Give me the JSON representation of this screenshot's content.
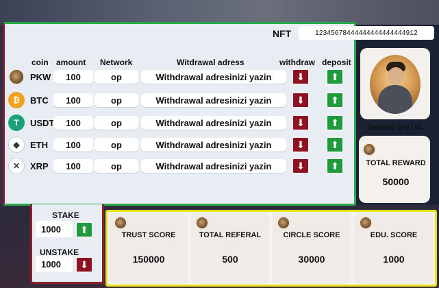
{
  "header": {
    "nft_label": "NFT",
    "nft_id": "12345678444444444444444912"
  },
  "columns": {
    "coin": "coin",
    "amount": "amount",
    "network": "Network",
    "address": "Witdrawal adress",
    "withdraw": "withdraw",
    "deposit": "deposit"
  },
  "coins": [
    {
      "label": "PKW",
      "amount": "100",
      "network": "op",
      "address": "Withdrawal adresinizi yazin",
      "icon": "pkw-coin-icon",
      "color": "#6b4a2a"
    },
    {
      "label": "BTC",
      "amount": "100",
      "network": "op",
      "address": "Withdrawal adresinizi yazin",
      "icon": "bitcoin-icon",
      "color": "#f2a11a"
    },
    {
      "label": "USDT",
      "amount": "100",
      "network": "op",
      "address": "Withdrawal adresinizi yazin",
      "icon": "tether-icon",
      "color": "#1aa37a"
    },
    {
      "label": "ETH",
      "amount": "100",
      "network": "op",
      "address": "Withdrawal adresinizi yazin",
      "icon": "ethereum-icon",
      "color": "#ffffff"
    },
    {
      "label": "XRP",
      "amount": "100",
      "network": "op",
      "address": "Withdrawal adresinizi yazin",
      "icon": "xrp-icon",
      "color": "#ffffff"
    }
  ],
  "profile": {
    "name": "Satoshi Qazi M."
  },
  "reward": {
    "title": "TOTAL REWARD",
    "value": "50000"
  },
  "stake": {
    "stake_label": "STAKE",
    "stake_value": "1000",
    "unstake_label": "UNSTAKE",
    "unstake_value": "1000"
  },
  "scores": [
    {
      "title": "TRUST SCORE",
      "value": "150000"
    },
    {
      "title": "TOTAL REFERAL",
      "value": "500"
    },
    {
      "title": "CIRCLE SCORE",
      "value": "30000"
    },
    {
      "title": "EDU. SCORE",
      "value": "1000"
    }
  ],
  "colors": {
    "withdraw": "#8f1222",
    "deposit": "#1f9a3c",
    "panel_border_green": "#2aa84a",
    "panel_border_red": "#8a1f2a",
    "scores_border": "#e6e21a"
  }
}
